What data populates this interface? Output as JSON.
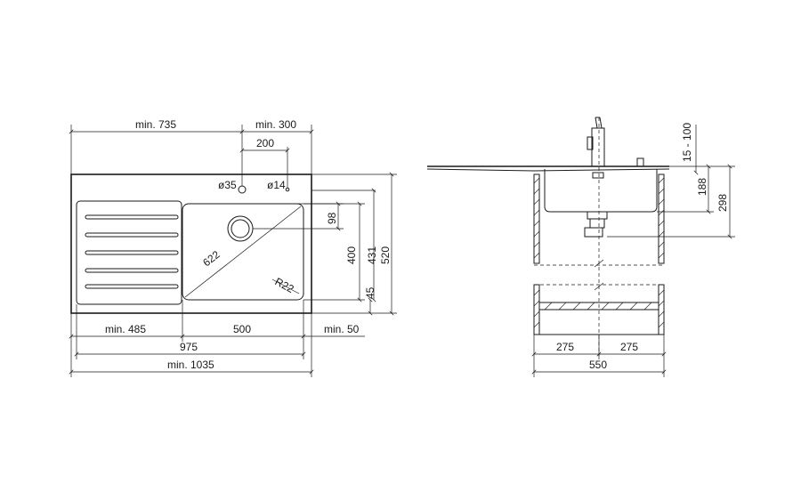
{
  "plan_view": {
    "dim_min_735": "min. 735",
    "dim_min_300": "min. 300",
    "dim_200": "200",
    "hole_35": "ø35",
    "hole_14": "ø14",
    "dim_98": "98",
    "dim_400": "400",
    "dim_431": "431",
    "dim_520": "520",
    "dim_45": "45",
    "diag_622": "622",
    "radius_r22": "R22",
    "dim_min_485": "min. 485",
    "dim_500": "500",
    "dim_min_50": "min. 50",
    "dim_975": "975",
    "dim_min_1035": "min. 1035"
  },
  "section_view": {
    "dim_15_100": "15 - 100",
    "dim_188": "188",
    "dim_298": "298",
    "dim_275_left": "275",
    "dim_275_right": "275",
    "dim_550": "550"
  }
}
